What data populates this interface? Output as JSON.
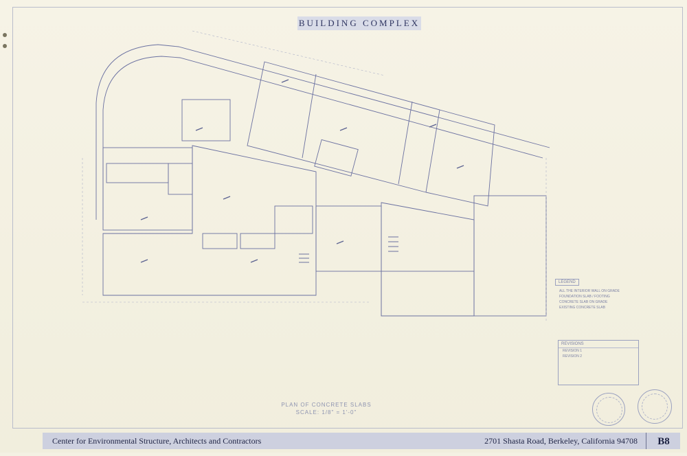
{
  "sheet": {
    "title": "BUILDING COMPLEX",
    "drawing_caption": "PLAN OF CONCRETE SLABS",
    "scale": "SCALE: 1/8\" = 1'-0\"",
    "sheet_number": "B8"
  },
  "title_block": {
    "firm": "Center for Environmental Structure, Architects and Contractors",
    "address": "2701 Shasta Road, Berkeley, California 94708"
  },
  "legend": {
    "title": "LEGEND",
    "items": [
      "ALL THE INTERIOR WALL ON GRADE",
      "FOUNDATION SLAB / FOOTING",
      "CONCRETE SLAB ON GRADE",
      "EXISTING CONCRETE SLAB"
    ]
  },
  "revisions": {
    "title": "REVISIONS",
    "entries": [
      "REVISION 1",
      "REVISION 2"
    ]
  },
  "colors": {
    "line": "#5c6391",
    "faint_line": "#aeb2c9",
    "title_strip": "#cdd0df",
    "paper": "#f4f1e3"
  }
}
